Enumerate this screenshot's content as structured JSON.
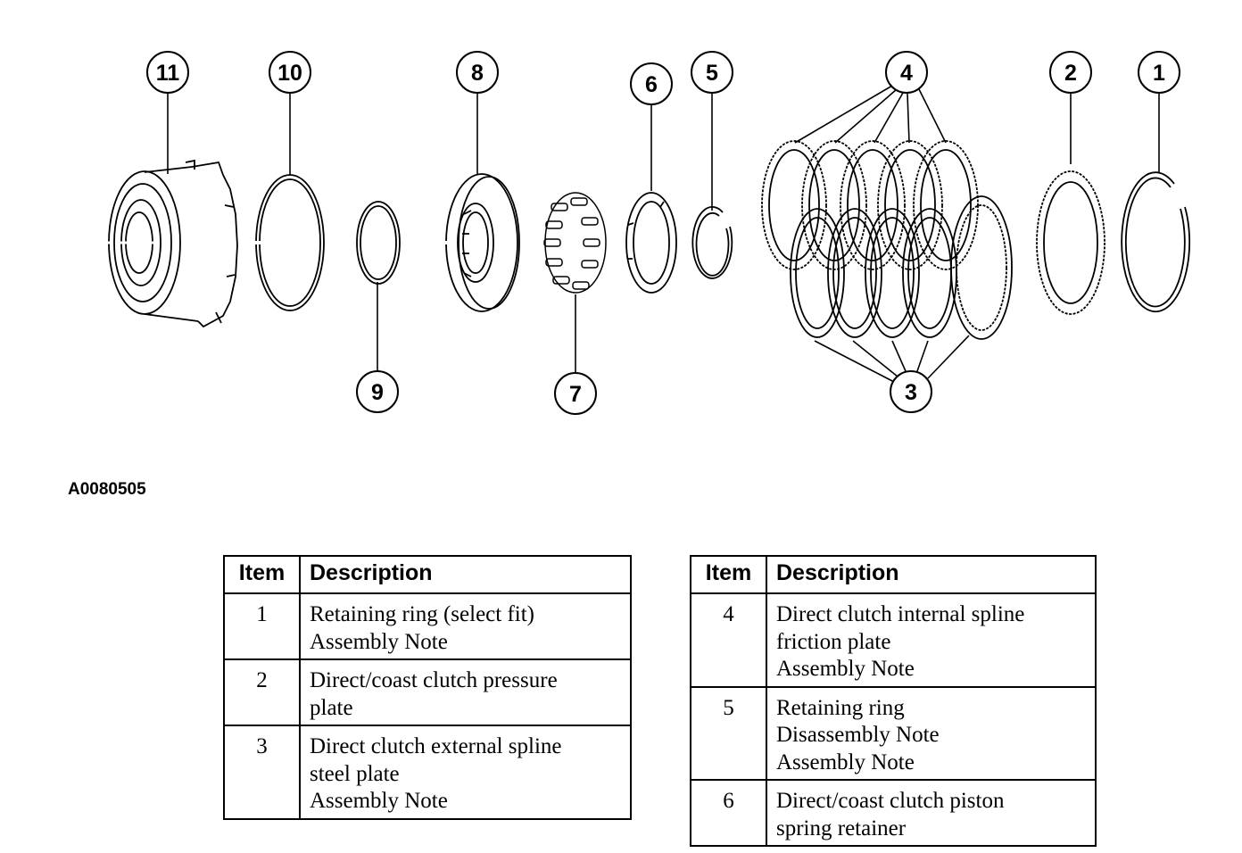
{
  "figure_code": "A0080505",
  "callouts": [
    "11",
    "10",
    "9",
    "8",
    "7",
    "6",
    "5",
    "4",
    "3",
    "2",
    "1"
  ],
  "tables": [
    {
      "headers": [
        "Item",
        "Description"
      ],
      "rows": [
        {
          "item": "1",
          "lines": [
            "Retaining ring (select fit)",
            "Assembly Note"
          ]
        },
        {
          "item": "2",
          "lines": [
            "Direct/coast clutch pressure",
            "plate"
          ]
        },
        {
          "item": "3",
          "lines": [
            "Direct clutch external spline",
            "steel plate",
            "Assembly Note"
          ]
        }
      ]
    },
    {
      "headers": [
        "Item",
        "Description"
      ],
      "rows": [
        {
          "item": "4",
          "lines": [
            "Direct clutch internal spline",
            "friction plate",
            "Assembly Note"
          ]
        },
        {
          "item": "5",
          "lines": [
            "Retaining ring",
            "Disassembly Note",
            "Assembly Note"
          ]
        },
        {
          "item": "6",
          "lines": [
            "Direct/coast clutch piston",
            "spring retainer"
          ]
        }
      ]
    }
  ]
}
